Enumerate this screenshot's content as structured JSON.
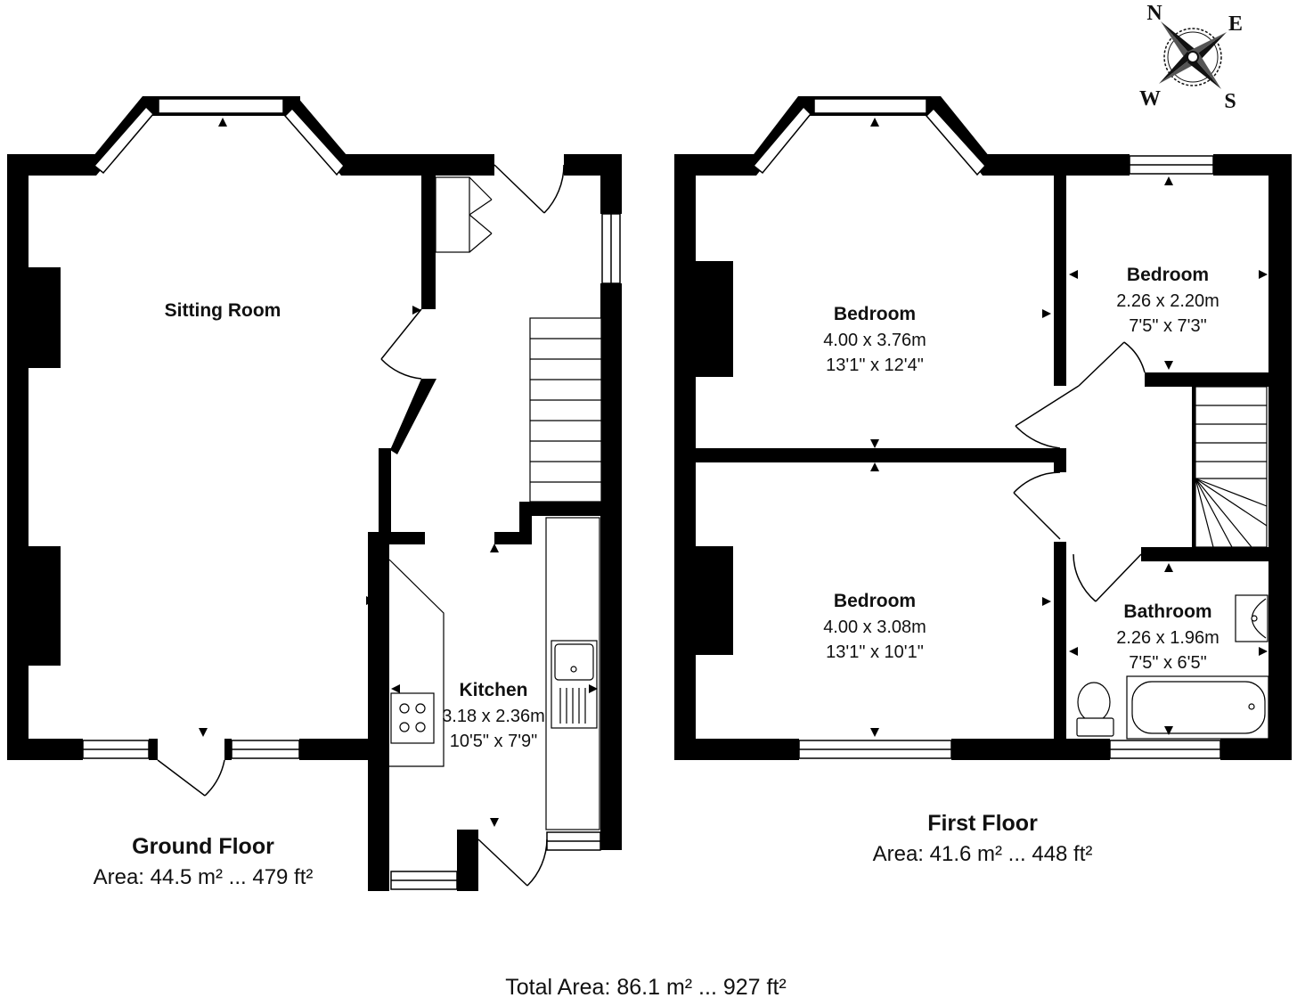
{
  "compass": {
    "north": "N",
    "east": "E",
    "west": "W",
    "south": "S"
  },
  "ground_floor": {
    "title": "Ground Floor",
    "area": "Area: 44.5 m² ... 479 ft²",
    "rooms": [
      {
        "name": "Sitting Room"
      },
      {
        "name": "Kitchen",
        "metric": "3.18 x 2.36m",
        "imperial": "10'5\" x 7'9\""
      }
    ]
  },
  "first_floor": {
    "title": "First Floor",
    "area": "Area: 41.6 m² ... 448 ft²",
    "rooms": [
      {
        "name": "Bedroom",
        "metric": "4.00 x 3.76m",
        "imperial": "13'1\" x 12'4\""
      },
      {
        "name": "Bedroom",
        "metric": "2.26 x 2.20m",
        "imperial": "7'5\" x 7'3\""
      },
      {
        "name": "Bedroom",
        "metric": "4.00 x 3.08m",
        "imperial": "13'1\" x 10'1\""
      },
      {
        "name": "Bathroom",
        "metric": "2.26 x 1.96m",
        "imperial": "7'5\" x 6'5\""
      }
    ]
  },
  "total_area": "Total Area: 86.1 m² ... 927 ft²"
}
